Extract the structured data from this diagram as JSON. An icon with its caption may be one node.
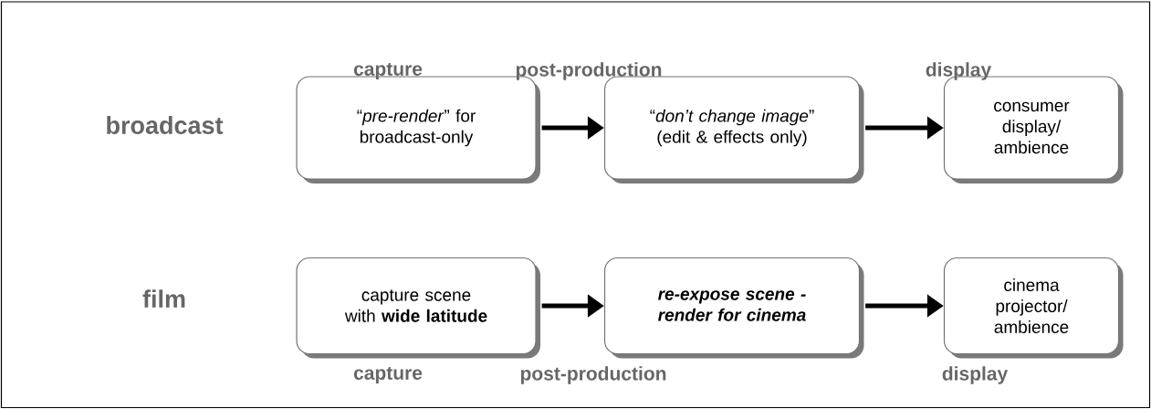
{
  "diagram": {
    "nodes": [
      {
        "text": [
          "“*pre-render*” for broadcast-only"
        ]
      },
      {
        "text": [
          "“*don’t change image*” (edit & effects only)"
        ]
      },
      {
        "text": [
          "consumer display/ ambience"
        ]
      },
      {
        "text": [
          "capture scene with **wide latitude**"
        ]
      },
      {
        "text": [
          "re-expose scene - render for cinema"
        ]
      },
      {
        "text": [
          "cinema projector/ ambience"
        ]
      }
    ],
    "edges": [
      {
        "from": 0,
        "to": 1,
        "arrow": "to"
      },
      {
        "from": 1,
        "to": 2,
        "arrow": "to"
      },
      {
        "from": 3,
        "to": 4,
        "arrow": "to"
      },
      {
        "from": 4,
        "to": 5,
        "arrow": "to"
      }
    ],
    "labels": [
      "capture",
      "post-production",
      "display",
      "broadcast",
      "film",
      "capture",
      "post-production",
      "display"
    ]
  }
}
